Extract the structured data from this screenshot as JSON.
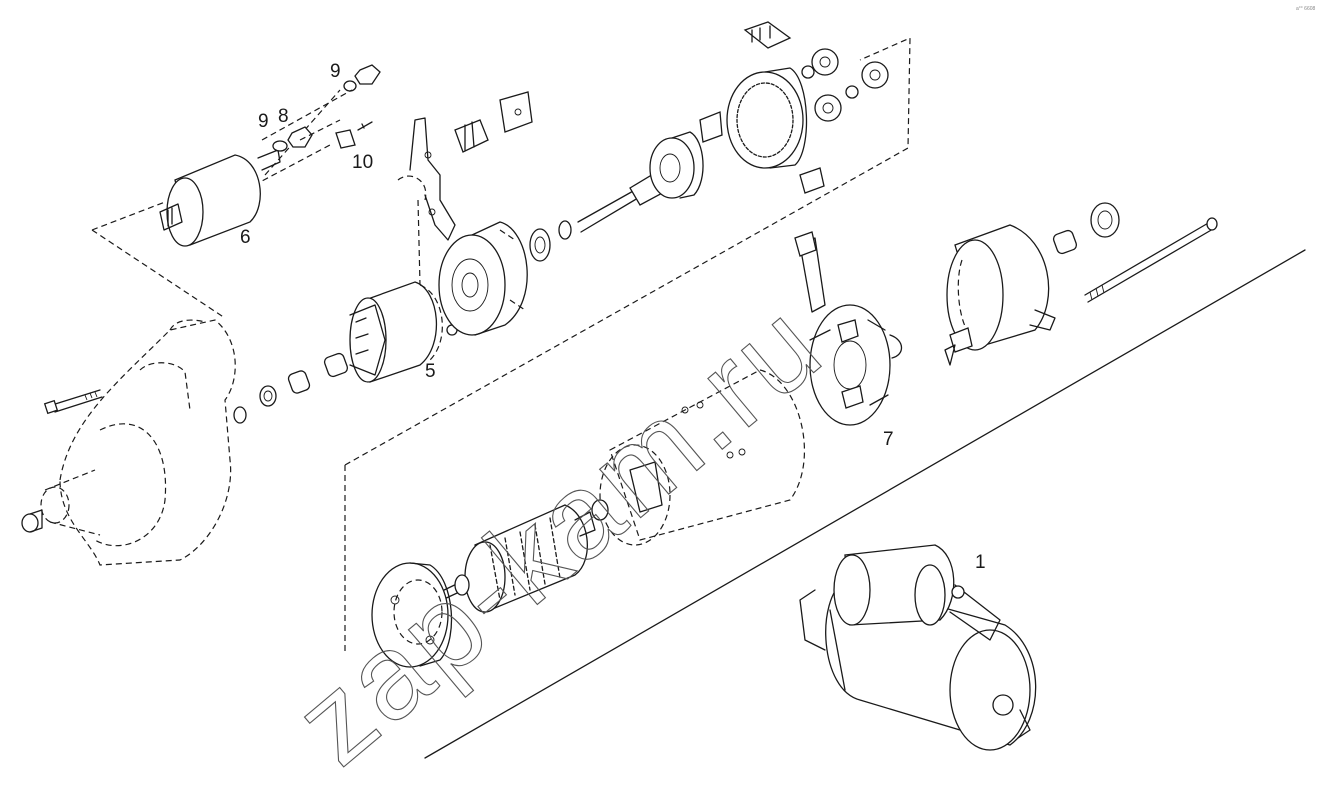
{
  "diagram": {
    "corner_mark": "a°° 6608",
    "watermark": "zap-kam.ru",
    "callouts": {
      "c1": "1",
      "c5": "5",
      "c6": "6",
      "c7": "7",
      "c8": "8",
      "c9a": "9",
      "c9b": "9",
      "c10": "10"
    }
  }
}
